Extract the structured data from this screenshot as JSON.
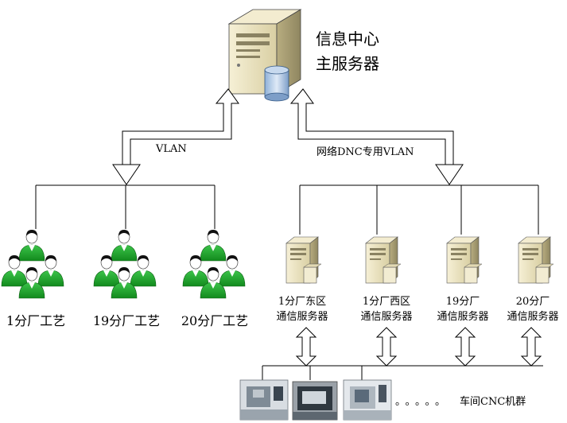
{
  "main_server": {
    "label_line1": "信息中心",
    "label_line2": "主服务器"
  },
  "links": {
    "left_vlan": "VLAN",
    "right_vlan": "网络DNC专用VLAN"
  },
  "groups": [
    {
      "label": "1分厂工艺"
    },
    {
      "label": "19分厂工艺"
    },
    {
      "label": "20分厂工艺"
    }
  ],
  "comm_servers": [
    {
      "line1": "1分厂东区",
      "line2": "通信服务器"
    },
    {
      "line1": "1分厂西区",
      "line2": "通信服务器"
    },
    {
      "line1": "19分厂",
      "line2": "通信服务器"
    },
    {
      "line1": "20分厂",
      "line2": "通信服务器"
    }
  ],
  "cnc": {
    "dots": "。。。。。",
    "label": "车间CNC机群"
  },
  "colors": {
    "person_green": "#1fa82a",
    "server_body": "#e8dfb8",
    "line": "#000000"
  }
}
